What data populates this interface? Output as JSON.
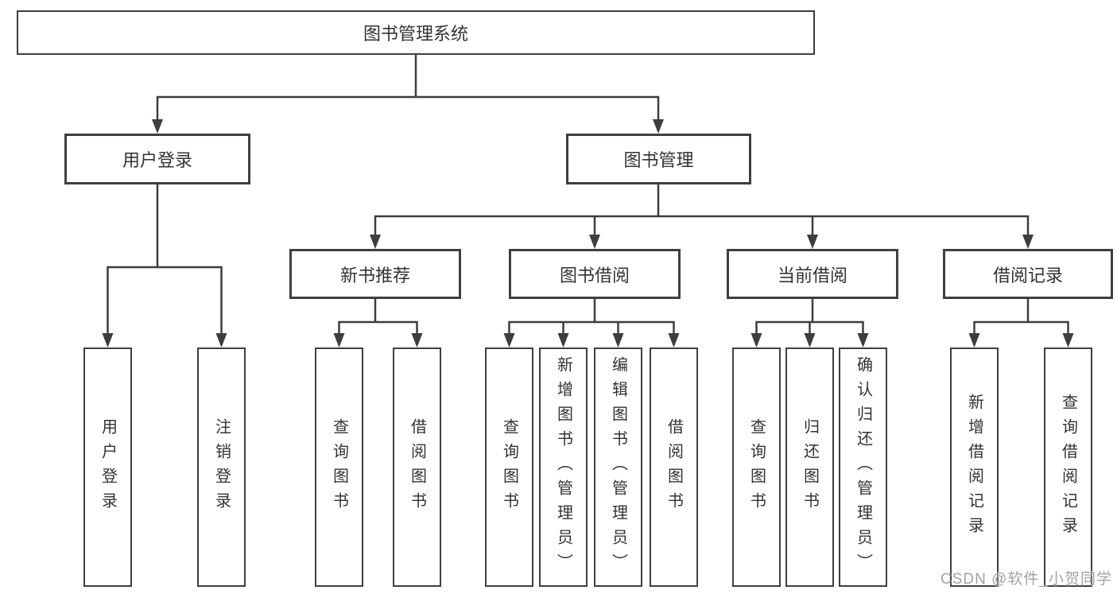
{
  "tree": {
    "label": "图书管理系统",
    "children": [
      {
        "label": "用户登录",
        "children": [
          {
            "label": "用户登录"
          },
          {
            "label": "注销登录"
          }
        ]
      },
      {
        "label": "图书管理",
        "children": [
          {
            "label": "新书推荐",
            "children": [
              {
                "label": "查询图书"
              },
              {
                "label": "借阅图书"
              }
            ]
          },
          {
            "label": "图书借阅",
            "children": [
              {
                "label": "查询图书"
              },
              {
                "label": "新增图书（管理员）"
              },
              {
                "label": "编辑图书（管理员）"
              },
              {
                "label": "借阅图书"
              }
            ]
          },
          {
            "label": "当前借阅",
            "children": [
              {
                "label": "查询图书"
              },
              {
                "label": "归还图书"
              },
              {
                "label": "确认归还（管理员）"
              }
            ]
          },
          {
            "label": "借阅记录",
            "children": [
              {
                "label": "新增借阅记录"
              },
              {
                "label": "查询借阅记录"
              }
            ]
          }
        ]
      }
    ]
  },
  "watermark": {
    "text": "CSDN @软件_小贺同学"
  },
  "colors": {
    "line": "#3d3d3d",
    "border": "#3f3f3f",
    "text": "#333333",
    "watermark": "#a3a3a3",
    "background": "#ffffff"
  }
}
